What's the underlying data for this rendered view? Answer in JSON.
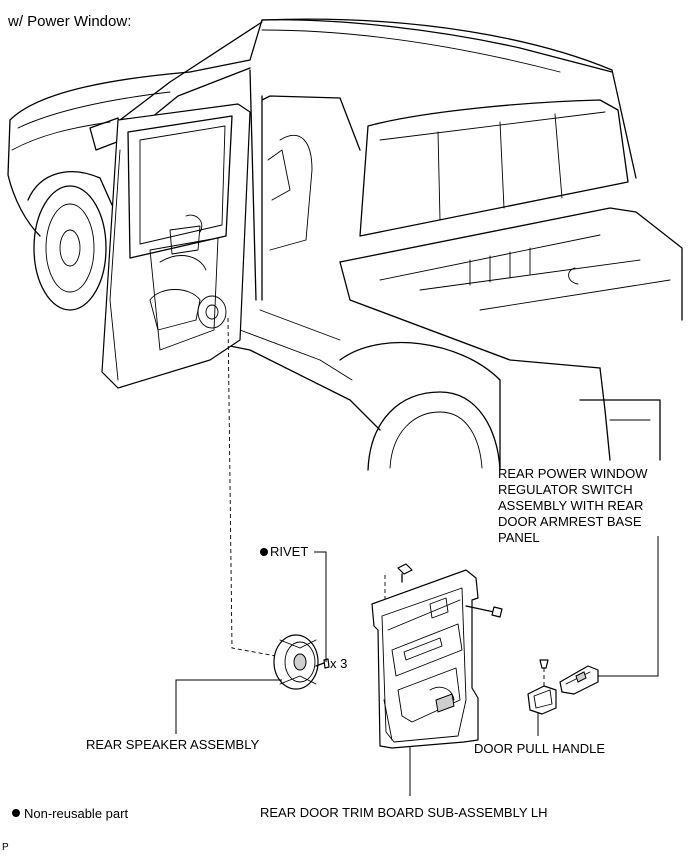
{
  "header": {
    "title": "w/ Power Window:"
  },
  "labels": {
    "rivet": "RIVET",
    "rivet_qty": "x 3",
    "switch_assembly": "REAR POWER WINDOW\nREGULATOR SWITCH\nASSEMBLY WITH REAR\nDOOR ARMREST BASE\nPANEL",
    "speaker": "REAR SPEAKER ASSEMBLY",
    "pull_handle": "DOOR PULL HANDLE",
    "trim_board": "REAR DOOR TRIM BOARD SUB-ASSEMBLY LH"
  },
  "legend": {
    "non_reusable": "Non-reusable part"
  },
  "footer": {
    "page_marker": "P"
  }
}
